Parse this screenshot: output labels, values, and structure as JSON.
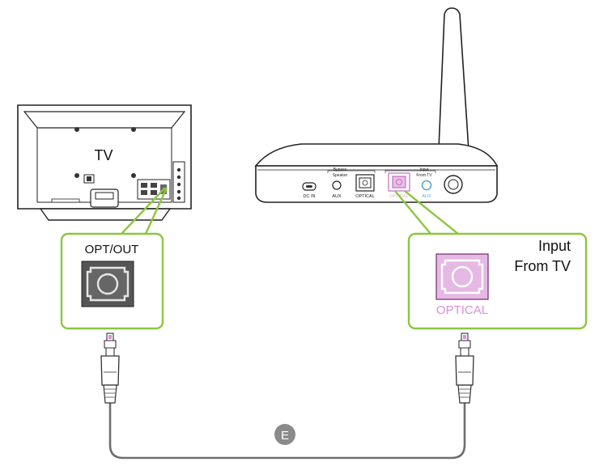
{
  "tv": {
    "label": "TV",
    "callout_label": "OPT/OUT"
  },
  "transmitter": {
    "port_labels": {
      "dc_in": "DC IN",
      "bypass_group": "Bypass",
      "speaker_group": "Speaker",
      "aux_bypass": "AUX",
      "optical_bypass": "OPTICAL",
      "input_group": "Input",
      "from_tv_group": "From TV",
      "optical_input": "OPTICAL",
      "aux_input": "AUX"
    },
    "callout_title_line1": "Input",
    "callout_title_line2": "From TV",
    "callout_port_label": "OPTICAL"
  },
  "cable": {
    "badge": "E"
  },
  "colors": {
    "callout_border": "#8cc63f",
    "highlight_pink": "#d98ed8",
    "highlight_pink_fill": "#ecbde9",
    "line_gray": "#333333",
    "badge_gray": "#8a8a8a",
    "port_dark": "#555555"
  }
}
